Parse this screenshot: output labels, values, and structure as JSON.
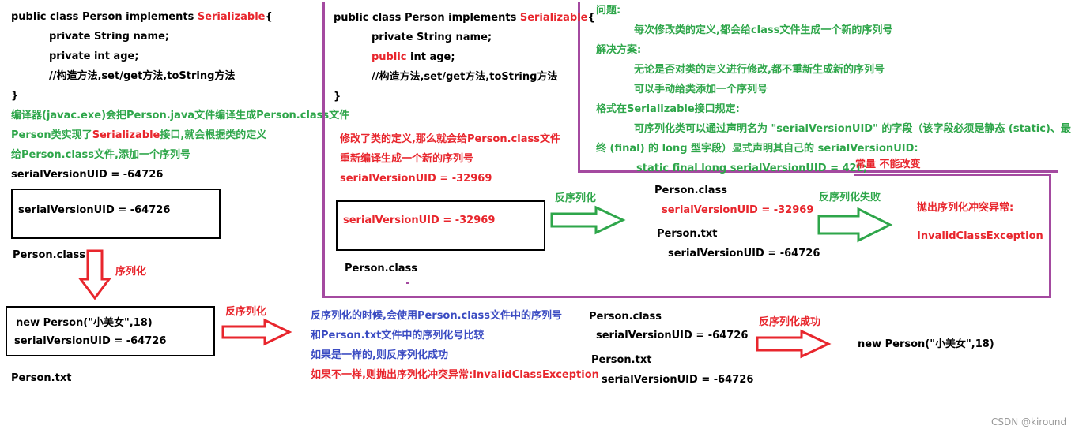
{
  "left_panel": {
    "code_line1_prefix": "public class Person implements ",
    "code_line1_kw": "Serializable",
    "code_line1_brace": "{",
    "code_line2": "private String name;",
    "code_line3": "private int age;",
    "code_line4": "//构造方法,set/get方法,toString方法",
    "code_close": "}",
    "compile_line1": "编译器(javac.exe)会把Person.java文件编译生成Person.class文件",
    "compile_line2_a": "Person类实现了",
    "compile_line2_b": "Serializable",
    "compile_line2_c": "接口,就会根据类的定义",
    "compile_line3": "给Person.class文件,添加一个序列号",
    "uid_text": "serialVersionUID = -64726",
    "box_uid": "serialVersionUID = -64726",
    "class_label": "Person.class",
    "serialize_label": "序列化",
    "obj_line1": "new Person(\"小美女\",18)",
    "obj_line2": "serialVersionUID = -64726",
    "txt_label": "Person.txt",
    "deserialize_label": "反序列化"
  },
  "explanation": {
    "line1": "反序列化的时候,会使用Person.class文件中的序列号",
    "line2": "和Person.txt文件中的序列化号比较",
    "line3": "如果是一样的,则反序列化成功",
    "line4": "如果不一样,则抛出序列化冲突异常:InvalidClassException"
  },
  "middle_panel": {
    "code_line1_prefix": "public class Person implements ",
    "code_line1_kw": "Serializable",
    "code_line1_brace": "{",
    "code_line2": "private String name;",
    "code_line3_kw": "public",
    "code_line3_rest": " int age;",
    "code_line4": "//构造方法,set/get方法,toString方法",
    "code_close": "}",
    "note_line1": "修改了类的定义,那么就会给Person.class文件",
    "note_line2": "重新编译生成一个新的序列号",
    "note_uid": "serialVersionUID = -32969",
    "box_uid": "serialVersionUID = -32969",
    "class_label": "Person.class",
    "deserialize_label": "反序列化",
    "cmp_class": "Person.class",
    "cmp_class_uid": "serialVersionUID = -32969",
    "cmp_txt": "Person.txt",
    "cmp_txt_uid": "serialVersionUID = -64726",
    "fail_label": "反序列化失败",
    "exc_line1": "抛出序列化冲突异常:",
    "exc_line2": "InvalidClassException"
  },
  "problem_panel": {
    "q_label": "问题:",
    "q_text": "每次修改类的定义,都会给class文件生成一个新的序列号",
    "s_label": "解决方案:",
    "s_text1": "无论是否对类的定义进行修改,都不重新生成新的序列号",
    "s_text2": "可以手动给类添加一个序列号",
    "fmt_label": "格式在Serializable接口规定:",
    "fmt_text1": "可序列化类可以通过声明名为 \"serialVersionUID\" 的字段（该字段必须是静态 (static)、最",
    "fmt_text2": "终 (final) 的 long 型字段）显式声明其自己的 serialVersionUID:",
    "fmt_code": "static final long serialVersionUID = 42L;",
    "fmt_note": "常量 不能改变"
  },
  "success_panel": {
    "cls": "Person.class",
    "cls_uid": "serialVersionUID = -64726",
    "txt": "Person.txt",
    "txt_uid": "serialVersionUID = -64726",
    "success_label": "反序列化成功",
    "result": "new Person(\"小美女\",18)"
  },
  "watermark": "CSDN @kiround",
  "colors": {
    "red": "#e8262d",
    "green": "#2ea64a",
    "blue": "#3a4bc2",
    "purple": "#a44aa0"
  }
}
